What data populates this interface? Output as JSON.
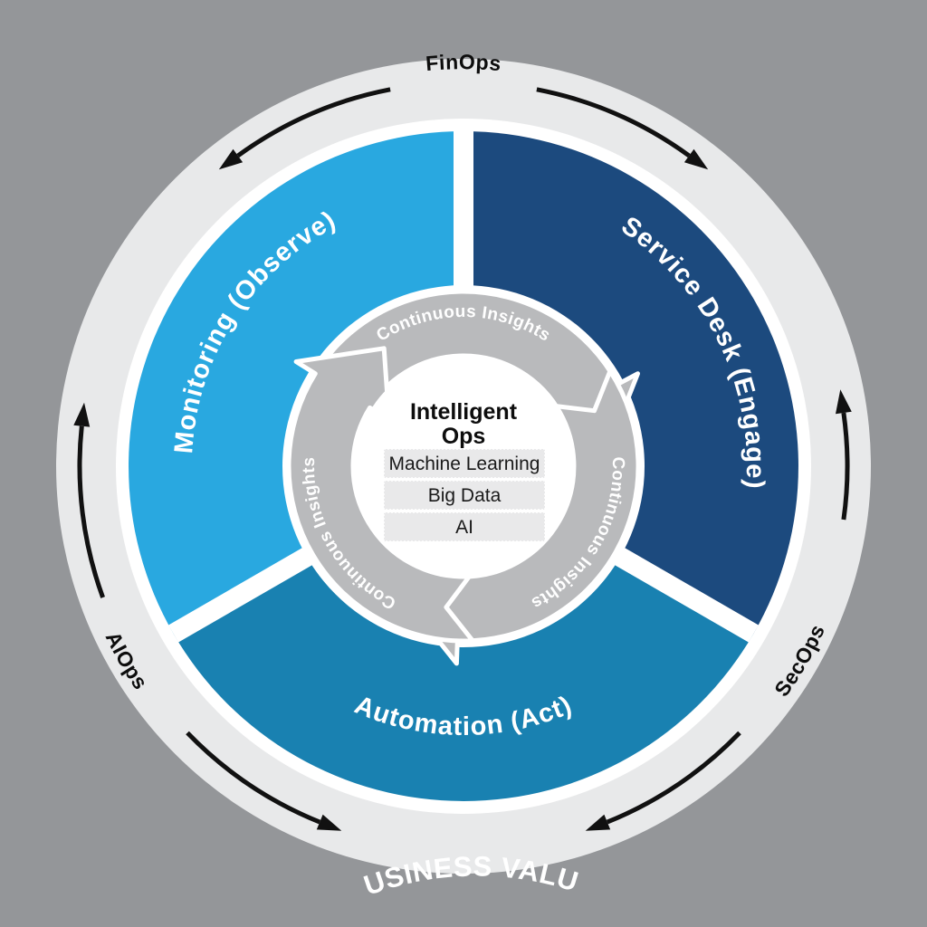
{
  "diagram": {
    "background": "#949699",
    "ring": {
      "bg": "#e8e9ea",
      "top_label": "FinOps",
      "right_label": "SecOps",
      "left_label": "AIOps"
    },
    "segments": [
      {
        "id": "service-desk",
        "label": "Service Desk (Engage)",
        "color": "#1c4a7e"
      },
      {
        "id": "automation",
        "label": "Automation (Act)",
        "color": "#1981b1"
      },
      {
        "id": "monitoring",
        "label": "Monitoring (Observe)",
        "color": "#29a8e0"
      }
    ],
    "cycle": {
      "label": "Continuous Insights",
      "color": "#b9babc"
    },
    "center": {
      "title_line1": "Intelligent",
      "title_line2": "Ops",
      "box_color": "#e9e9ea",
      "items": [
        "Machine Learning",
        "Big Data",
        "AI"
      ]
    },
    "footer": "BUSINESS VALUE"
  }
}
